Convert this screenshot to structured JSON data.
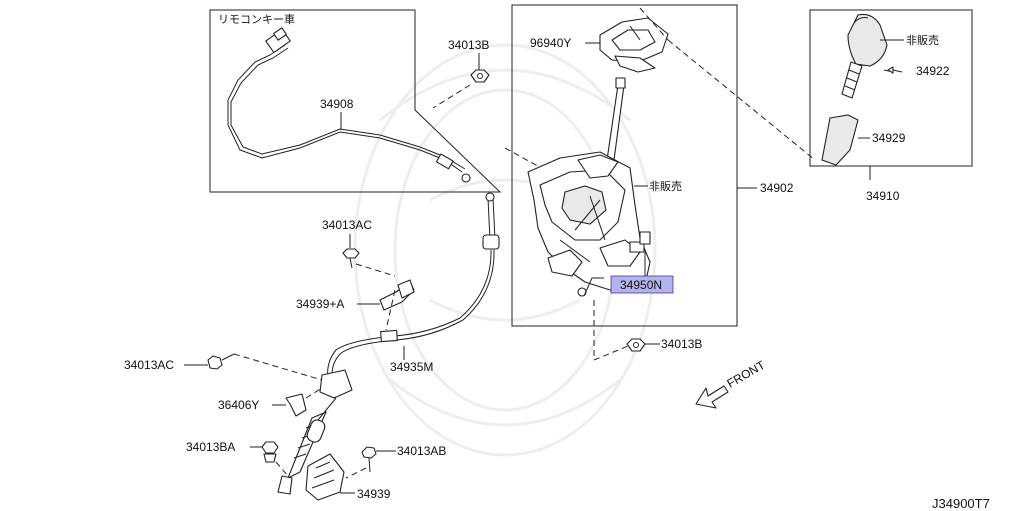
{
  "diagram": {
    "box_remote": {
      "title": "リモコンキー車"
    },
    "parts": {
      "p34908": "34908",
      "p34013B_top": "34013B",
      "p96940Y": "96940Y",
      "p_nonsale_1": "非販売",
      "p_nonsale_2": "非販売",
      "p34922": "34922",
      "p34929": "34929",
      "p34910": "34910",
      "p34902": "34902",
      "p34950N": "34950N",
      "p34013B_bottom": "34013B",
      "p34013AC_top": "34013AC",
      "p34939A": "34939+A",
      "p34935M": "34935M",
      "p34013AC_left": "34013AC",
      "p36406Y": "36406Y",
      "p34013BA": "34013BA",
      "p34013AB": "34013AB",
      "p34939": "34939"
    },
    "front_label": "FRONT",
    "diagram_id": "J34900T7",
    "highlight_color": "#b3b3ec"
  }
}
